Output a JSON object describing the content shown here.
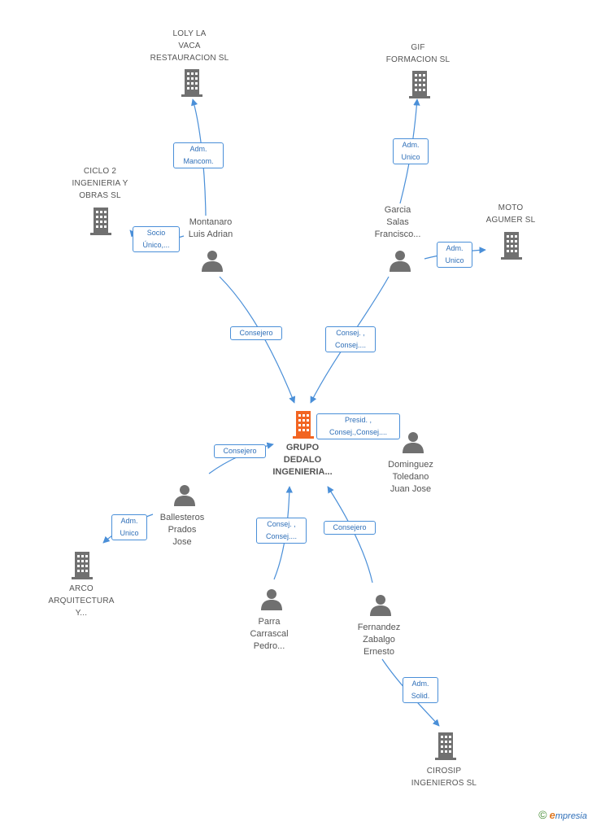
{
  "nodes": {
    "loly": {
      "lines": [
        "LOLY LA",
        "VACA",
        "RESTAURACION SL"
      ]
    },
    "gif": {
      "lines": [
        "GIF",
        "FORMACION SL"
      ]
    },
    "ciclo2": {
      "lines": [
        "CICLO 2",
        "INGENIERIA Y",
        "OBRAS SL"
      ]
    },
    "moto": {
      "lines": [
        "MOTO",
        "AGUMER SL"
      ]
    },
    "montanaro": {
      "lines": [
        "Montanaro",
        "Luis Adrian"
      ]
    },
    "garcia": {
      "lines": [
        "Garcia",
        "Salas",
        "Francisco..."
      ]
    },
    "grupo": {
      "lines": [
        "GRUPO",
        "DEDALO",
        "INGENIERIA..."
      ]
    },
    "dominguez": {
      "lines": [
        "Dominguez",
        "Toledano",
        "Juan Jose"
      ]
    },
    "ballesteros": {
      "lines": [
        "Ballesteros",
        "Prados",
        "Jose"
      ]
    },
    "arco": {
      "lines": [
        "ARCO",
        "ARQUITECTURA",
        "Y..."
      ]
    },
    "parra": {
      "lines": [
        "Parra",
        "Carrascal",
        "Pedro..."
      ]
    },
    "fernandez": {
      "lines": [
        "Fernandez",
        "Zabalgo",
        "Ernesto"
      ]
    },
    "cirosip": {
      "lines": [
        "CIROSIP",
        "INGENIEROS SL"
      ]
    }
  },
  "edge_labels": {
    "montanaro_loly": [
      "Adm.",
      "Mancom."
    ],
    "montanaro_ciclo2": [
      "Socio",
      "Único,..."
    ],
    "montanaro_grupo": [
      "Consejero"
    ],
    "garcia_gif": [
      "Adm.",
      "Unico"
    ],
    "garcia_moto": [
      "Adm.",
      "Unico"
    ],
    "garcia_grupo": [
      "Consej. ,",
      "Consej...."
    ],
    "dominguez_grupo": [
      "Presid. ,",
      "Consej.,Consej...."
    ],
    "ballesteros_grupo": [
      "Consejero"
    ],
    "ballesteros_arco": [
      "Adm.",
      "Unico"
    ],
    "parra_grupo": [
      "Consej. ,",
      "Consej...."
    ],
    "fernandez_grupo": [
      "Consejero"
    ],
    "fernandez_cirosip": [
      "Adm.",
      "Solid."
    ]
  },
  "colors": {
    "company_icon": "#707070",
    "main_icon": "#f26522",
    "person_icon": "#707070",
    "edge": "#4a8fd8",
    "edge_label_text": "#2f6fb8"
  },
  "footer": {
    "copyright": "©",
    "brand_initial": "e",
    "brand_rest": "mpresia"
  }
}
